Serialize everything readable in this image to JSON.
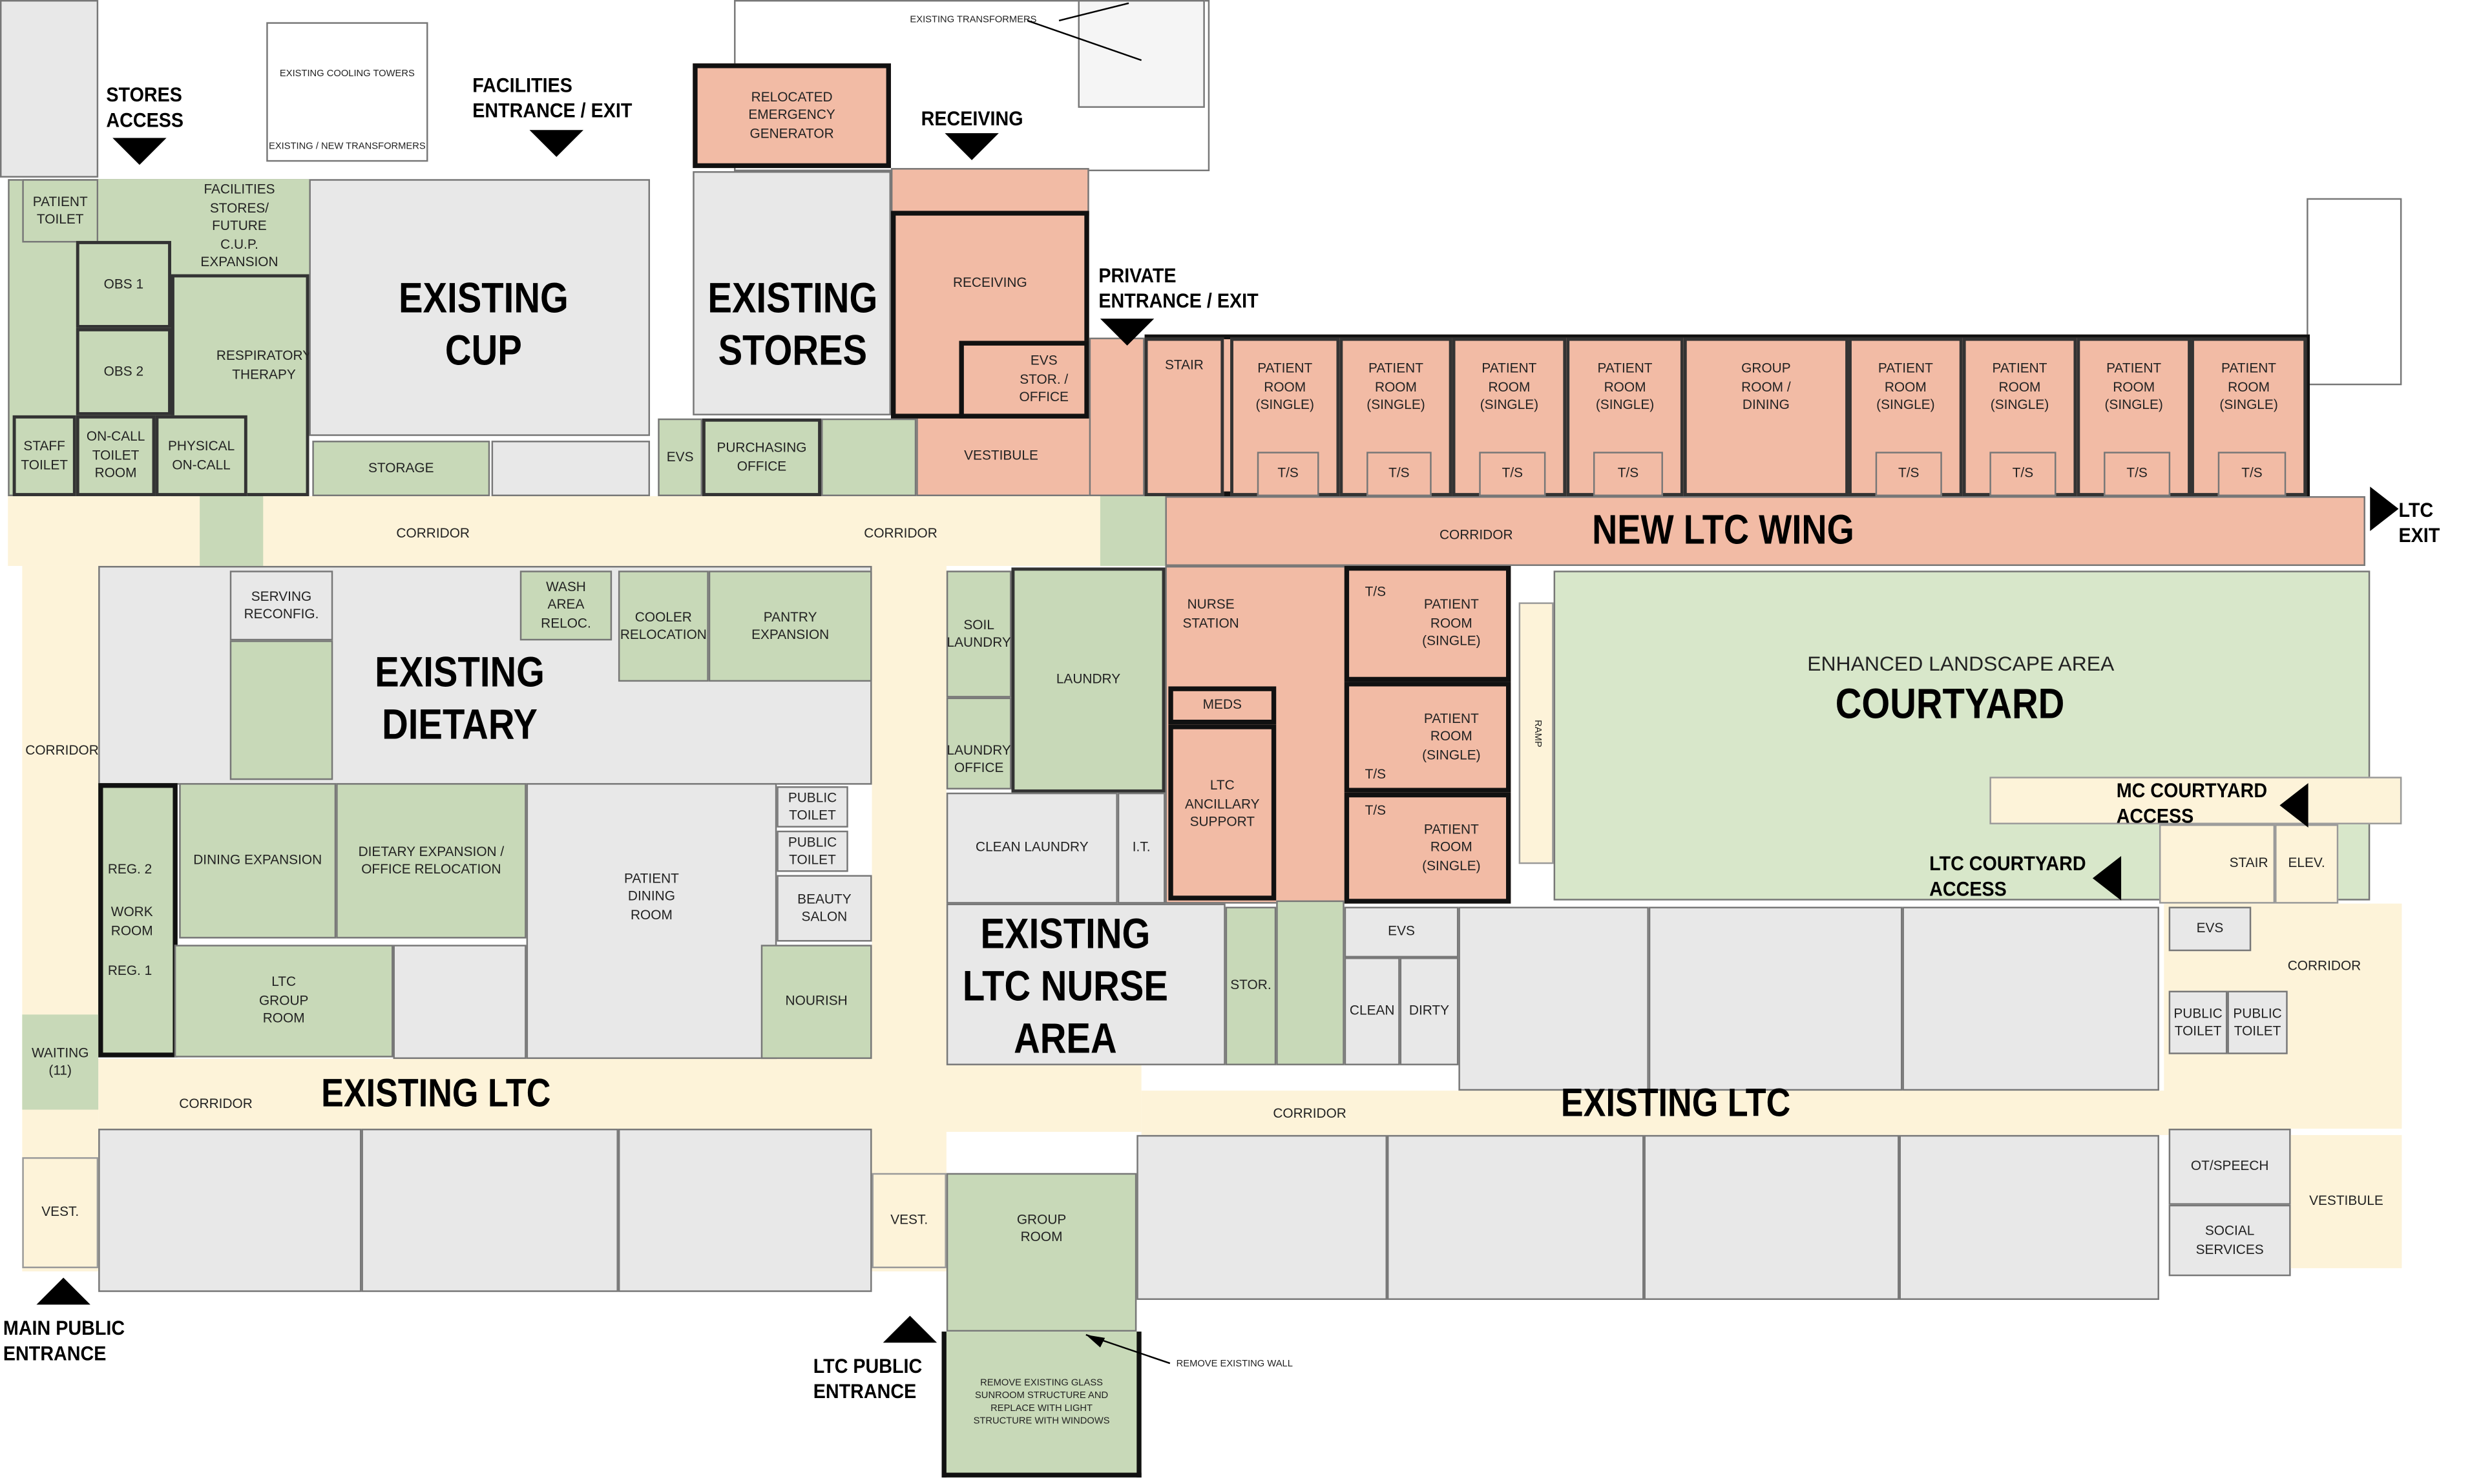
{
  "colors": {
    "new_construction": "#f2bba5",
    "renovation": "#c8d9b8",
    "existing": "#e8e8e8",
    "corridor": "#fdf3d9",
    "courtyard": "#d8e7ca"
  },
  "headings": {
    "existing_cup": "EXISTING\nCUP",
    "existing_stores": "EXISTING\nSTORES",
    "existing_dietary": "EXISTING\nDIETARY",
    "new_ltc_wing": "NEW LTC WING",
    "courtyard": "COURTYARD",
    "enhanced_landscape": "ENHANCED LANDSCAPE AREA",
    "existing_ltc_nurse_area": "EXISTING\nLTC NURSE\nAREA",
    "existing_ltc_left": "EXISTING LTC",
    "existing_ltc_right": "EXISTING LTC"
  },
  "access_labels": {
    "stores_access": "STORES\nACCESS",
    "facilities_entrance": "FACILITIES\nENTRANCE / EXIT",
    "receiving": "RECEIVING",
    "private_entrance": "PRIVATE\nENTRANCE / EXIT",
    "ltc_exit": "LTC EXIT",
    "mc_courtyard_access": "MC COURTYARD\nACCESS",
    "ltc_courtyard_access": "LTC COURTYARD\nACCESS",
    "main_public_entrance": "MAIN PUBLIC\nENTRANCE",
    "ltc_public_entrance": "LTC PUBLIC\nENTRANCE"
  },
  "notes": {
    "existing_cooling_towers": "EXISTING COOLING TOWERS",
    "existing_new_transformers": "EXISTING / NEW TRANSFORMERS",
    "existing_transformers": "EXISTING TRANSFORMERS",
    "remove_existing_wall": "REMOVE EXISTING WALL",
    "remove_sunroom": "REMOVE EXISTING GLASS\nSUNROOM STRUCTURE AND\nREPLACE WITH LIGHT\nSTRUCTURE WITH WINDOWS"
  },
  "rooms": {
    "relocated_generator": "RELOCATED\nEMERGENCY\nGENERATOR",
    "patient_toilet": "PATIENT\nTOILET",
    "facilities_stores": "FACILITIES\nSTORES/\nFUTURE\nC.U.P.\nEXPANSION",
    "obs1": "OBS 1",
    "obs2": "OBS 2",
    "respiratory_therapy": "RESPIRATORY\nTHERAPY",
    "staff_toilet": "STAFF\nTOILET",
    "on_call_toilet": "ON-CALL\nTOILET\nROOM",
    "physical_on_call": "PHYSICAL\nON-CALL",
    "storage": "STORAGE",
    "evs": "EVS",
    "purchasing_office": "PURCHASING\nOFFICE",
    "vestibule": "VESTIBULE",
    "receiving": "RECEIVING",
    "evs_stor_office": "EVS\nSTOR. /\nOFFICE",
    "stair": "STAIR",
    "patient_room_single": "PATIENT\nROOM\n(SINGLE)",
    "group_room_dining": "GROUP\nROOM /\nDINING",
    "ts": "T/S",
    "corridor": "CORRIDOR",
    "nurse_station": "NURSE\nSTATION",
    "meds": "MEDS",
    "ltc_ancillary": "LTC\nANCILLARY\nSUPPORT",
    "ramp": "RAMP",
    "serving_reconfig": "SERVING\nRECONFIG.",
    "wash_area": "WASH\nAREA\nRELOC.",
    "cooler_relocation": "COOLER\nRELOCATION",
    "pantry_expansion": "PANTRY\nEXPANSION",
    "soil_laundry": "SOIL\nLAUNDRY",
    "laundry": "LAUNDRY",
    "laundry_office": "LAUNDRY\nOFFICE",
    "dining_expansion": "DINING EXPANSION",
    "dietary_expansion": "DIETARY EXPANSION /\nOFFICE RELOCATION",
    "reg2": "REG. 2",
    "work_room": "WORK\nROOM",
    "reg1": "REG. 1",
    "ltc_group_room": "LTC\nGROUP\nROOM",
    "patient_dining": "PATIENT\nDINING\nROOM",
    "public_toilet": "PUBLIC\nTOILET",
    "beauty_salon": "BEAUTY\nSALON",
    "nourish": "NOURISH",
    "clean_laundry": "CLEAN LAUNDRY",
    "it": "I.T.",
    "stor": "STOR.",
    "clean": "CLEAN",
    "dirty": "DIRTY",
    "elev": "ELEV.",
    "ot_speech": "OT/SPEECH",
    "social_services": "SOCIAL\nSERVICES",
    "waiting": "WAITING\n(11)",
    "vest": "VEST.",
    "group_room": "GROUP\nROOM"
  }
}
